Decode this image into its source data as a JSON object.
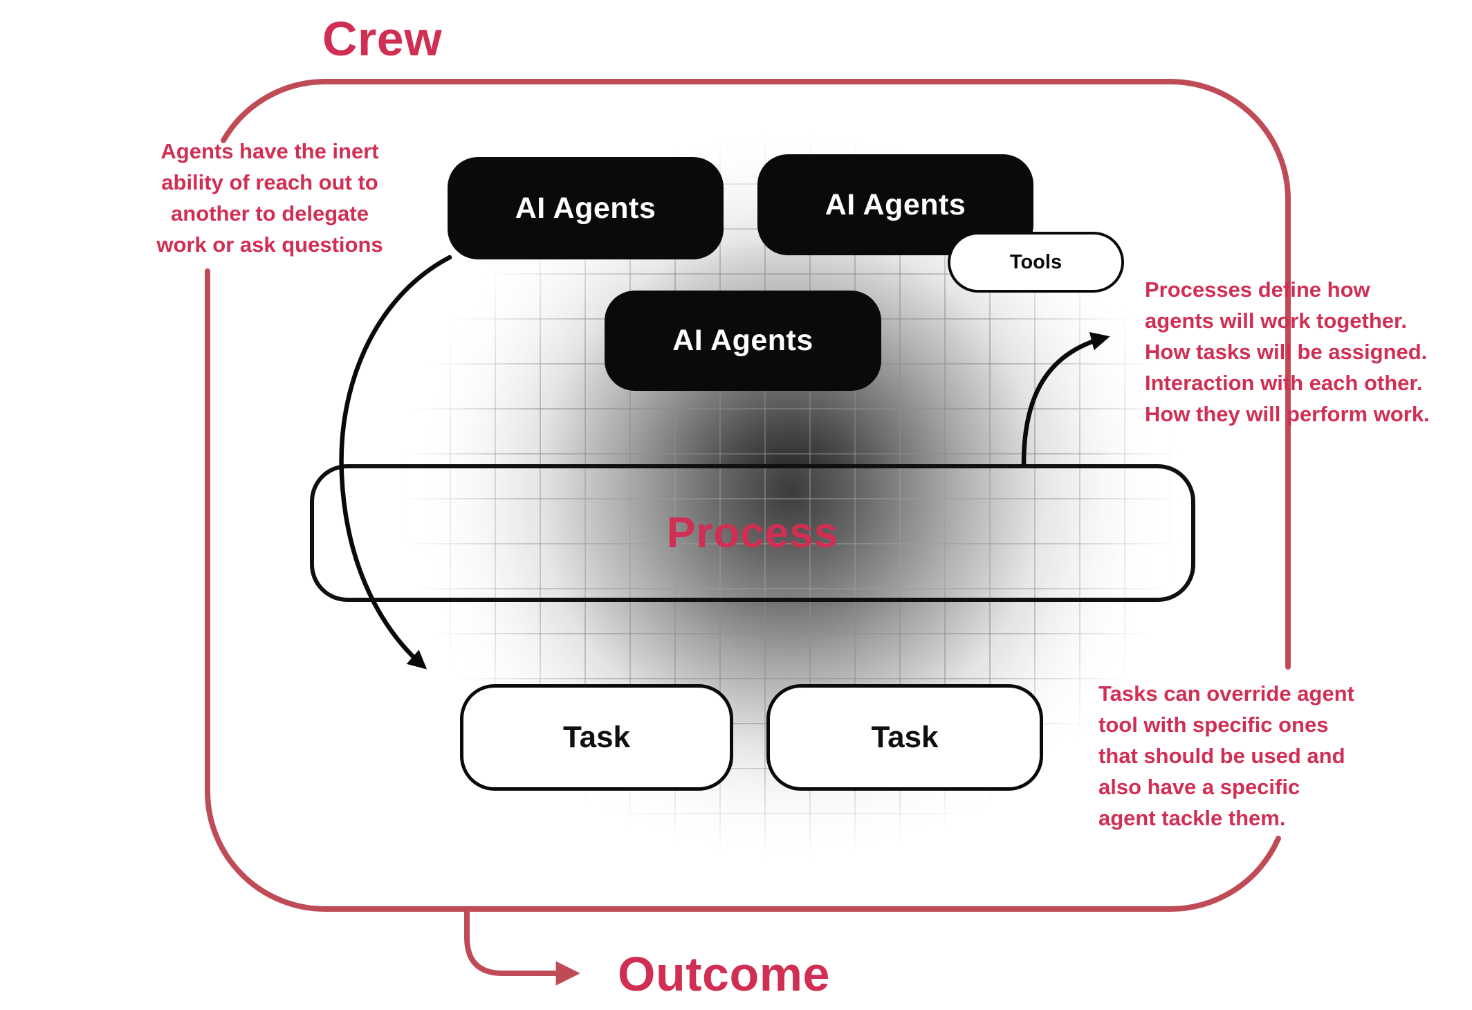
{
  "title": "Crew",
  "outcome": "Outcome",
  "colors": {
    "crimson": "#d02e53",
    "border_red": "#bf4b57",
    "box_black": "#0a0a0a",
    "white": "#ffffff"
  },
  "boxes": {
    "agent1": "AI Agents",
    "agent2": "AI Agents",
    "agent3": "AI Agents",
    "tools": "Tools",
    "process": "Process",
    "task1": "Task",
    "task2": "Task"
  },
  "annotations": {
    "agents_note": "Agents have the inert\nability of reach out to\nanother to delegate\nwork or ask questions",
    "process_note": "Processes define how\nagents will work together.\nHow tasks will be assigned.\nInteraction with each other.\nHow they will perform work.",
    "tasks_note": "Tasks can override agent\ntool with specific ones\nthat should be used and\nalso have a specific\nagent tackle them."
  }
}
